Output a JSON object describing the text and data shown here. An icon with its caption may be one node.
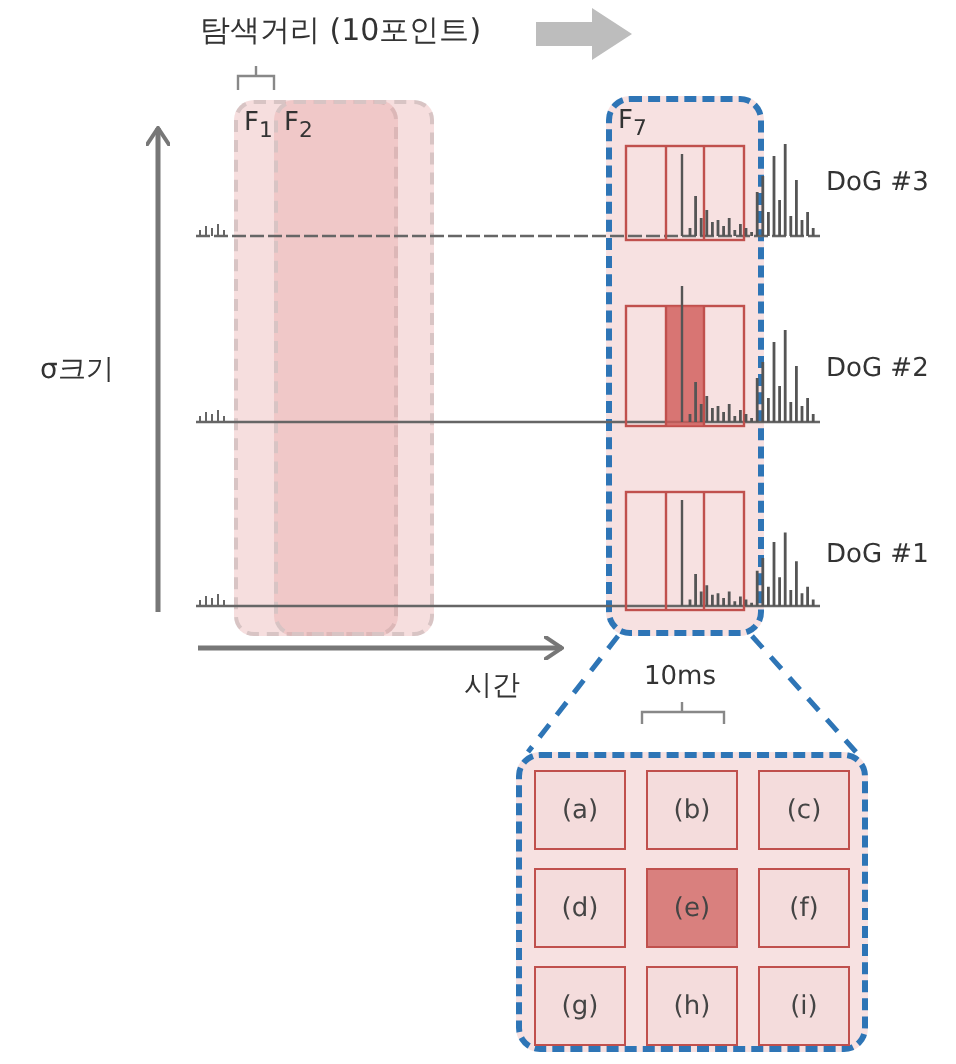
{
  "diagram": {
    "nodes": [
      {
        "text": [
          "F$_{1}$"
        ]
      },
      {
        "text": [
          "F$_{2}$"
        ]
      },
      {
        "text": [
          "F$_{7}$"
        ]
      },
      {
        "text": [],
        "shape": "box"
      },
      {
        "text": [
          "(a)"
        ],
        "in": 3
      },
      {
        "text": [
          "(b)"
        ],
        "in": 3
      },
      {
        "text": [
          "(c)"
        ],
        "in": 3
      },
      {
        "text": [
          "(d)"
        ],
        "in": 3
      },
      {
        "text": [
          "(e)"
        ],
        "in": 3
      },
      {
        "text": [
          "(f)"
        ],
        "in": 3
      },
      {
        "text": [
          "(g)"
        ],
        "in": 3
      },
      {
        "text": [
          "(h)"
        ],
        "in": 3
      },
      {
        "text": [
          "(i)"
        ],
        "in": 3
      }
    ],
    "edges": [
      {
        "from": 2,
        "to": 3,
        "arrow": "none",
        "style": "dashed",
        "color": "#2e75b6"
      }
    ],
    "labels": [
      "탐색거리 (10포인트)",
      "σ크기",
      "시간",
      "10ms",
      "DoG #3",
      "DoG #2",
      "DoG #1"
    ]
  }
}
